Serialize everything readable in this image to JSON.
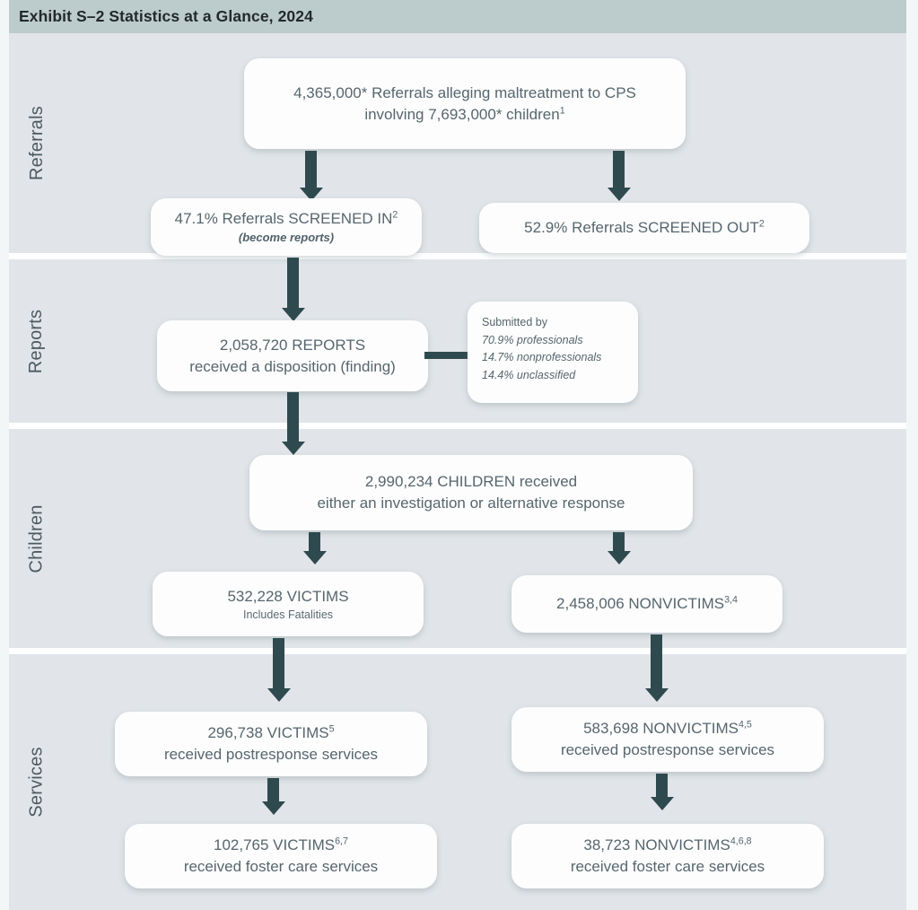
{
  "header": {
    "title": "Exhibit S–2 Statistics at a Glance, 2024",
    "bar_color": "#bccbcc"
  },
  "theme": {
    "page_background": "#e2e6ea",
    "band_color": "#e1e5e9",
    "node_background": "#fdfdfd",
    "connector_color": "#2f4a4e",
    "text_color": "#56666d",
    "rail_label_color": "#4d5a5f"
  },
  "sections": [
    {
      "label": "Referrals"
    },
    {
      "label": "Reports"
    },
    {
      "label": "Children"
    },
    {
      "label": "Services"
    }
  ],
  "nodes": {
    "referrals_total": {
      "line1": "4,365,000* Referrals alleging maltreatment to CPS",
      "line2": "involving 7,693,000* children",
      "line2_sup": "1"
    },
    "screened_in": {
      "line1": "47.1% Referrals SCREENED IN",
      "line1_sup": "2",
      "line2": "(become reports)"
    },
    "screened_out": {
      "line1": "52.9% Referrals SCREENED OUT",
      "line1_sup": "2"
    },
    "reports": {
      "line1": "2,058,720 REPORTS",
      "line2": "received a disposition (finding)"
    },
    "submitted_by_note": {
      "heading": "Submitted by",
      "items": [
        "70.9% professionals",
        "14.7% nonprofessionals",
        "14.4% unclassified"
      ]
    },
    "children_response": {
      "line1": "2,990,234 CHILDREN received",
      "line2": "either an investigation or alternative response"
    },
    "victims": {
      "line1": "532,228 VICTIMS",
      "line2": "Includes Fatalities"
    },
    "nonvictims": {
      "line1": "2,458,006 NONVICTIMS",
      "line1_sup": "3,4"
    },
    "victims_postresponse": {
      "line1": "296,738 VICTIMS",
      "line1_sup": "5",
      "line2": "received postresponse services"
    },
    "nonvictims_postresponse": {
      "line1": "583,698 NONVICTIMS",
      "line1_sup": "4,5",
      "line2": "received postresponse services"
    },
    "victims_foster": {
      "line1": "102,765 VICTIMS",
      "line1_sup": "6,7",
      "line2": "received foster care services"
    },
    "nonvictims_foster": {
      "line1": "38,723 NONVICTIMS",
      "line1_sup": "4,6,8",
      "line2": "received foster care services"
    }
  }
}
